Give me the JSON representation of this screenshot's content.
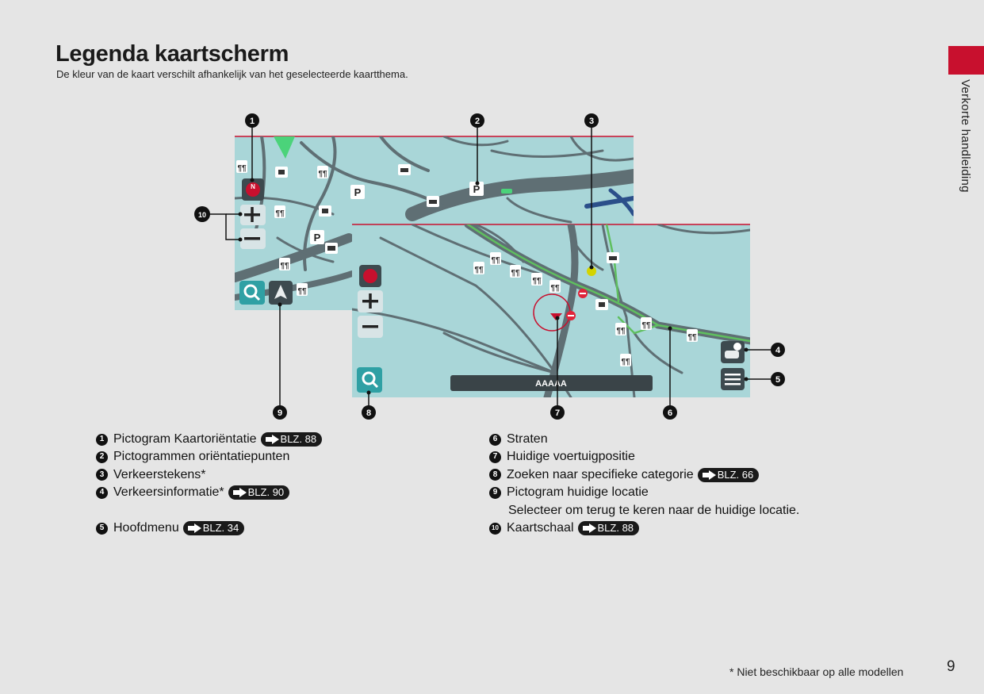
{
  "page": {
    "title": "Legenda kaartscherm",
    "subtitle": "De kleur van de kaart verschilt afhankelijk van het geselecteerde kaartthema.",
    "side_label": "Verkorte handleiding",
    "footnote": "* Niet beschikbaar op alle modellen",
    "page_number": "9"
  },
  "figure": {
    "callouts": [
      "1",
      "2",
      "3",
      "4",
      "5",
      "6",
      "7",
      "8",
      "9",
      "10"
    ],
    "search_bar_text": "AAAAA",
    "map_labels": [
      "N",
      "P"
    ]
  },
  "legend": {
    "left": [
      {
        "num": "1",
        "label": "Pictogram Kaartoriëntatie",
        "ref": "BLZ. 88"
      },
      {
        "num": "2",
        "label": "Pictogrammen oriëntatiepunten"
      },
      {
        "num": "3",
        "label": "Verkeerstekens*"
      },
      {
        "num": "4",
        "label": "Verkeersinformatie*",
        "ref": "BLZ. 90"
      },
      {
        "num": "5",
        "label": "Hoofdmenu",
        "ref": "BLZ. 34"
      }
    ],
    "right": [
      {
        "num": "6",
        "label": "Straten"
      },
      {
        "num": "7",
        "label": "Huidige voertuigpositie"
      },
      {
        "num": "8",
        "label": "Zoeken naar specifieke categorie",
        "ref": "BLZ. 66"
      },
      {
        "num": "9",
        "label": "Pictogram huidige locatie",
        "desc": "Selecteer om terug te keren naar de huidige locatie."
      },
      {
        "num": "10",
        "label": "Kaartschaal",
        "ref": "BLZ. 88"
      }
    ]
  },
  "colors": {
    "accent_tab": "#c8102e",
    "map_water": "#a9d6d8",
    "map_road": "#5f6f74",
    "street_green": "#5fbf5f"
  }
}
